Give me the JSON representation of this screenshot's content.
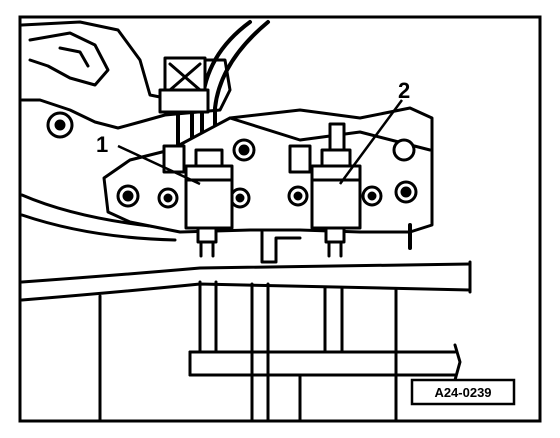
{
  "figure": {
    "callouts": [
      {
        "label": "1",
        "part": "valve-1"
      },
      {
        "label": "2",
        "part": "valve-2"
      }
    ],
    "reference_code": "A24-0239",
    "colors": {
      "ink": "#000000",
      "paper": "#ffffff"
    }
  }
}
